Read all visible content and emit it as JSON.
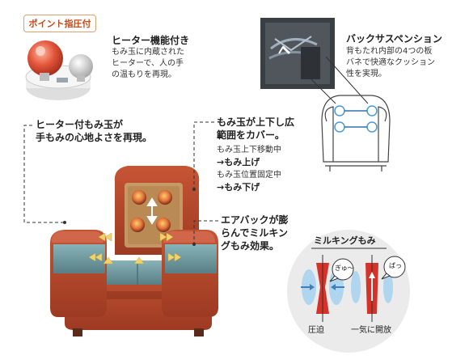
{
  "heater_point": {
    "badge": "ポイント指圧付",
    "title": "ヒーター機能付き",
    "lines": [
      "もみ玉に内蔵された",
      "ヒーターで、人の手",
      "の温もりを再現。"
    ]
  },
  "back_suspension": {
    "title": "バックサスペンション",
    "lines": [
      "背もたれ内部の4つの板",
      "バネで快適なクッション",
      "性を実現。"
    ]
  },
  "heater_massage": {
    "lines": [
      "ヒーター付もみ玉が",
      "手もみの心地よさを再現。"
    ]
  },
  "massage_range": {
    "title_lines": [
      "もみ玉が上下し広",
      "範囲をカバー。"
    ],
    "moving_label": "もみ玉上下移動中",
    "moving_result": "→もみ上げ",
    "fixed_label": "もみ玉位置固定中",
    "fixed_result": "→もみ下げ"
  },
  "airbag": {
    "lines": [
      "エアバックが膨",
      "らんでミルキン",
      "グもみ効果。"
    ]
  },
  "milking": {
    "title": "ミルキングもみ",
    "bubble_left": "ぎゅ〜",
    "bubble_right": "ぱっ",
    "label_left": "圧迫",
    "label_right": "一気に開放"
  },
  "colors": {
    "chair_red": "#b9492b",
    "airbag_teal": "#6f9aa0",
    "accent_blue": "#4a9ad6",
    "sphere_red": "#e0563a"
  }
}
